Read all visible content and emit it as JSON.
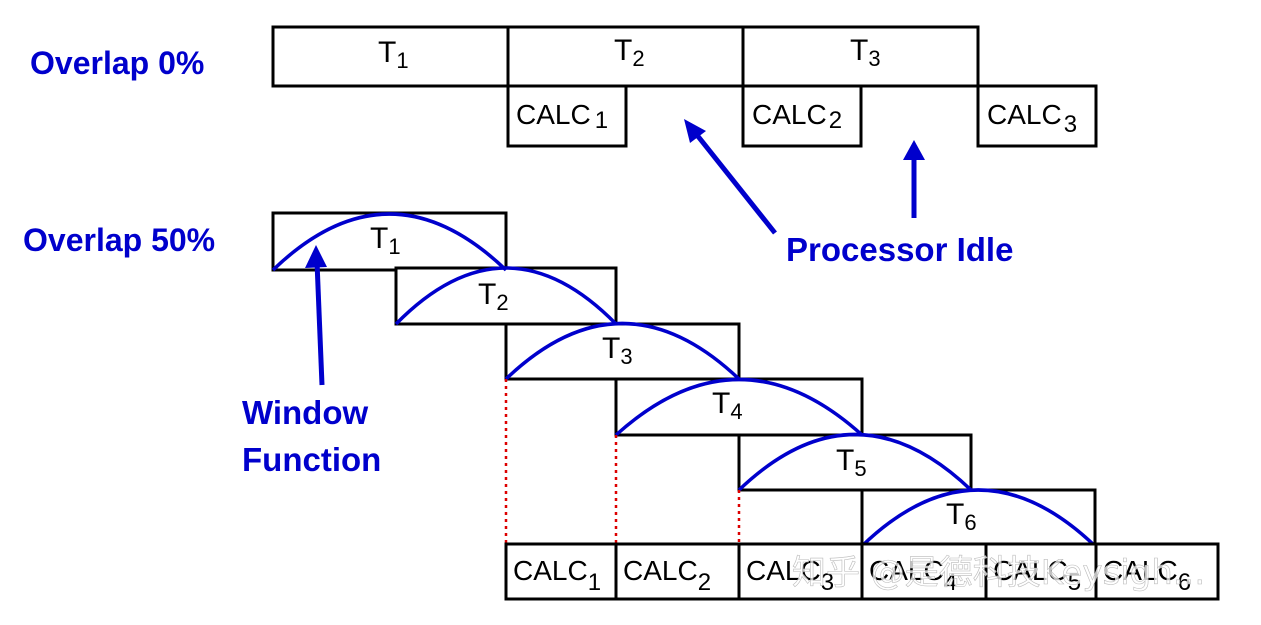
{
  "labels": {
    "overlap_0": "Overlap 0%",
    "overlap_50": "Overlap 50%",
    "processor_idle": "Processor Idle",
    "window_function_line1": "Window",
    "window_function_line2": "Function",
    "watermark": "知乎 @是德科技Keysigh..."
  },
  "overlap0": {
    "frames": [
      {
        "name": "T",
        "sub": "1"
      },
      {
        "name": "T",
        "sub": "2"
      },
      {
        "name": "T",
        "sub": "3"
      }
    ],
    "calcs": [
      {
        "name": "CALC",
        "sub": "1"
      },
      {
        "name": "CALC",
        "sub": "2"
      },
      {
        "name": "CALC",
        "sub": "3"
      }
    ]
  },
  "overlap50": {
    "frames": [
      {
        "name": "T",
        "sub": "1"
      },
      {
        "name": "T",
        "sub": "2"
      },
      {
        "name": "T",
        "sub": "3"
      },
      {
        "name": "T",
        "sub": "4"
      },
      {
        "name": "T",
        "sub": "5"
      },
      {
        "name": "T",
        "sub": "6"
      }
    ],
    "calcs": [
      {
        "name": "CALC",
        "sub": "1"
      },
      {
        "name": "CALC",
        "sub": "2"
      },
      {
        "name": "CALC",
        "sub": "3"
      },
      {
        "name": "CALC",
        "sub": "4"
      },
      {
        "name": "CALC",
        "sub": "5"
      },
      {
        "name": "CALC",
        "sub": "6"
      }
    ]
  },
  "colors": {
    "annotation": "#0000cc",
    "connector": "#dd0000",
    "box_stroke": "#000000"
  }
}
